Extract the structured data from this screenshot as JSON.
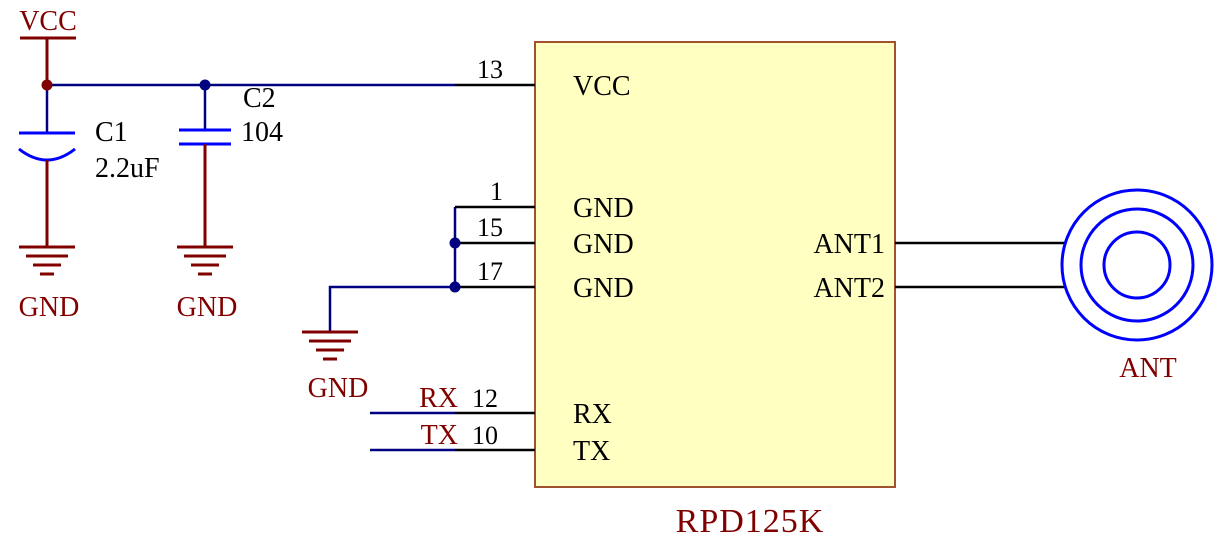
{
  "colors": {
    "power_objects": "#800000",
    "wires": "#000080",
    "component_graphics": "#0000FF",
    "pins_and_text": "#000000",
    "ic_fill": "#FFFFC1",
    "ic_border": "#A0522D"
  },
  "power_ports": {
    "vcc": {
      "label": "VCC"
    },
    "gnd_c1": {
      "label": "GND"
    },
    "gnd_c2": {
      "label": "GND"
    },
    "gnd_mid": {
      "label": "GND"
    }
  },
  "capacitors": {
    "c1": {
      "designator": "C1",
      "value": "2.2uF"
    },
    "c2": {
      "designator": "C2",
      "value": "104"
    }
  },
  "ic": {
    "designator": "RPD125K",
    "pins_left": [
      {
        "number": "13",
        "name": "VCC"
      },
      {
        "number": "1",
        "name": "GND"
      },
      {
        "number": "15",
        "name": "GND"
      },
      {
        "number": "17",
        "name": "GND"
      },
      {
        "number": "12",
        "name": "RX"
      },
      {
        "number": "10",
        "name": "TX"
      }
    ],
    "pins_right": [
      {
        "name": "ANT1"
      },
      {
        "name": "ANT2"
      }
    ]
  },
  "net_labels": {
    "rx": "RX",
    "tx": "TX"
  },
  "antenna": {
    "label": "ANT"
  }
}
